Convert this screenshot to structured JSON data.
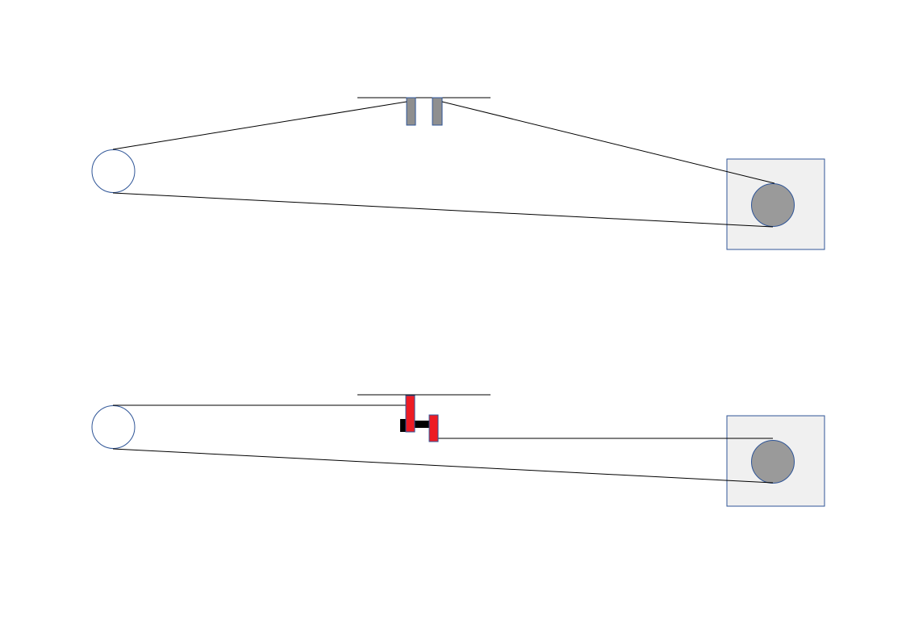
{
  "colors": {
    "background": "#ffffff",
    "line": "#000000",
    "outline_blue": "#2f5597",
    "pulley_fill": "#ffffff",
    "motor_box_fill": "#f0f0f0",
    "drive_wheel_fill": "#9a9a9a",
    "idle_clamp_fill": "#8f8f8f",
    "engaged_clamp_fill": "#ed1c24",
    "connector_fill": "#000000"
  },
  "diagrams": [
    {
      "name": "clamps-open",
      "components": [
        "idler-pulley",
        "rail",
        "left-clamp",
        "right-clamp",
        "motor-box",
        "drive-wheel",
        "belt"
      ]
    },
    {
      "name": "clamps-closed",
      "components": [
        "idler-pulley",
        "rail",
        "left-clamp",
        "right-clamp",
        "connector-bar",
        "motor-box",
        "drive-wheel",
        "belt"
      ]
    }
  ]
}
